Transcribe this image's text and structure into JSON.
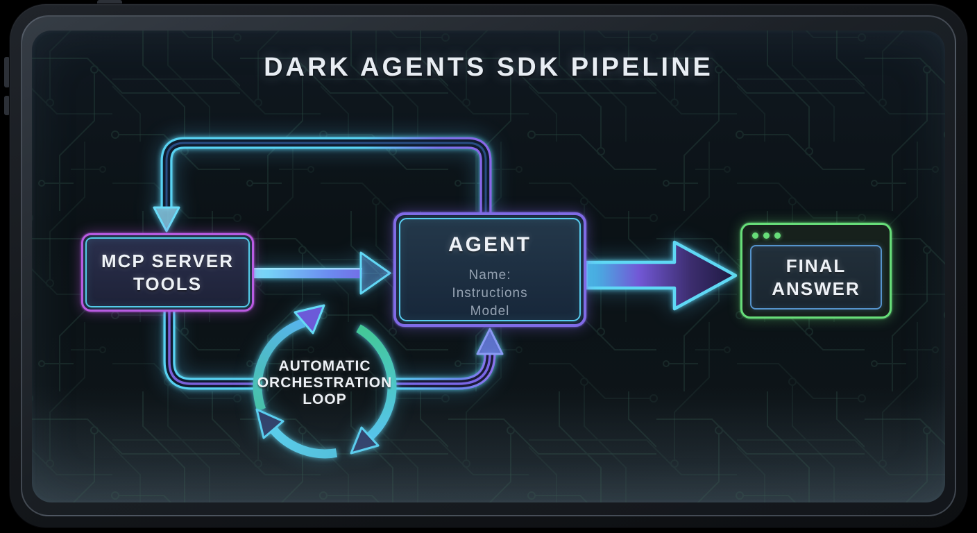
{
  "header": {
    "title": "DARK AGENTS SDK PIPELINE"
  },
  "nodes": {
    "mcp": {
      "label": "MCP SERVER TOOLS",
      "accent_outer": "#c056e2",
      "accent_inner": "#54cbe8"
    },
    "agent": {
      "title": "AGENT",
      "fields": [
        "Name:",
        "Instructions",
        "Model"
      ],
      "accent_outer": "#8269e6",
      "accent_inner": "#58cdf0"
    },
    "final": {
      "label": "FINAL ANSWER",
      "accent_outer": "#67dd79",
      "accent_inner": "#5593cc",
      "window_dots_count": 3
    }
  },
  "loop": {
    "lines": [
      "AUTOMATIC",
      "ORCHESTRATION",
      "LOOP"
    ],
    "accent": "#52c8ea"
  },
  "edges": [
    {
      "from": "agent",
      "to": "mcp",
      "style": "elbow-pipe-top"
    },
    {
      "from": "mcp",
      "to": "agent",
      "style": "straight-arrow"
    },
    {
      "from": "mcp",
      "to": "agent",
      "style": "elbow-pipe-bottom-through-loop"
    },
    {
      "from": "agent",
      "to": "final",
      "style": "large-gradient-arrow"
    }
  ],
  "theme": {
    "background": "#0d1418",
    "neon_cyan": "#5ad2f2",
    "neon_purple": "#8a66e8",
    "neon_magenta": "#c056e2",
    "neon_green": "#67dd79",
    "text_primary": "#e9edf2",
    "text_secondary": "#95a2b2"
  }
}
